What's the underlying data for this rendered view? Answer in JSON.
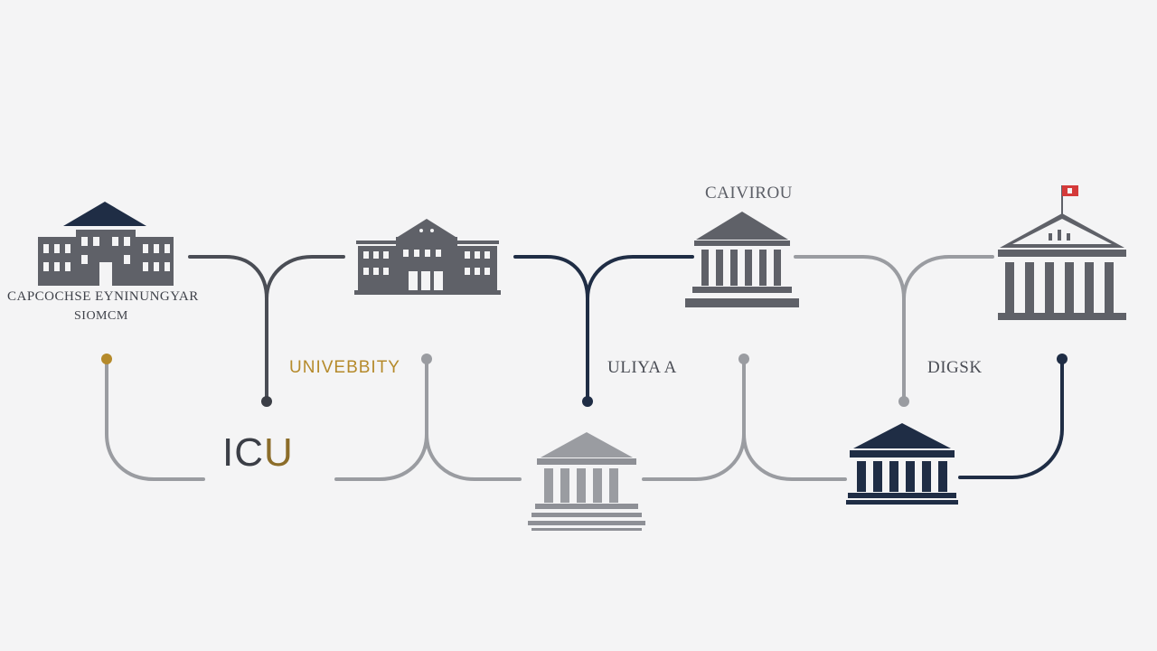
{
  "labels": {
    "left_line1": "CAPCOCHSE EYNINUNGYAR",
    "left_line2": "SIOMCM",
    "university": "UNIVEBBITY",
    "icu": "IC",
    "icu_accent": "U",
    "ulya": "ULIYA A",
    "caviro": "CAIVIROU",
    "dicsk": "DIGSK"
  },
  "colors": {
    "navy": "#1f2d45",
    "slate": "#5f6168",
    "light_gray": "#9a9ca1",
    "gold": "#b58a2b",
    "flag_red": "#d43a3a",
    "background": "#f4f4f5"
  },
  "icons": [
    "university-building-icon",
    "college-building-icon",
    "classical-temple-icon",
    "flagged-temple-icon",
    "columned-temple-icon",
    "navy-temple-icon"
  ]
}
